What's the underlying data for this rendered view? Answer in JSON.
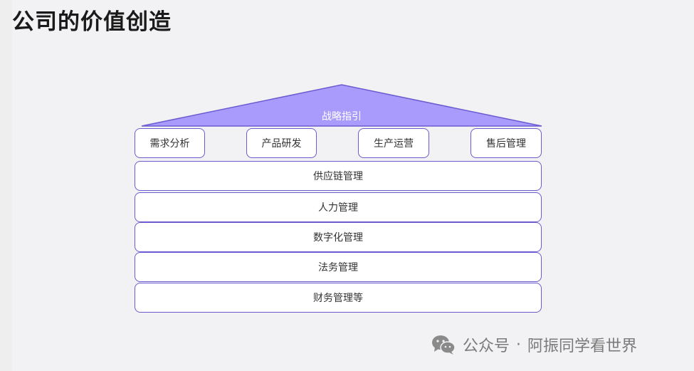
{
  "page": {
    "title": "公司的价值创造"
  },
  "roof": {
    "label": "战略指引",
    "color": "#a99bfc",
    "stroke": "#6a5bd0"
  },
  "pillars": [
    {
      "label": "需求分析"
    },
    {
      "label": "产品研发"
    },
    {
      "label": "生产运营"
    },
    {
      "label": "售后管理"
    }
  ],
  "layers": [
    {
      "label": "供应链管理"
    },
    {
      "label": "人力管理"
    },
    {
      "label": "数字化管理"
    },
    {
      "label": "法务管理"
    },
    {
      "label": "财务管理等"
    }
  ],
  "watermark": {
    "icon": "wechat-icon",
    "source": "公众号",
    "separator": "·",
    "account": "阿振同学看世界"
  },
  "colors": {
    "border": "#6a5bd0",
    "background": "#f2f1f3"
  }
}
